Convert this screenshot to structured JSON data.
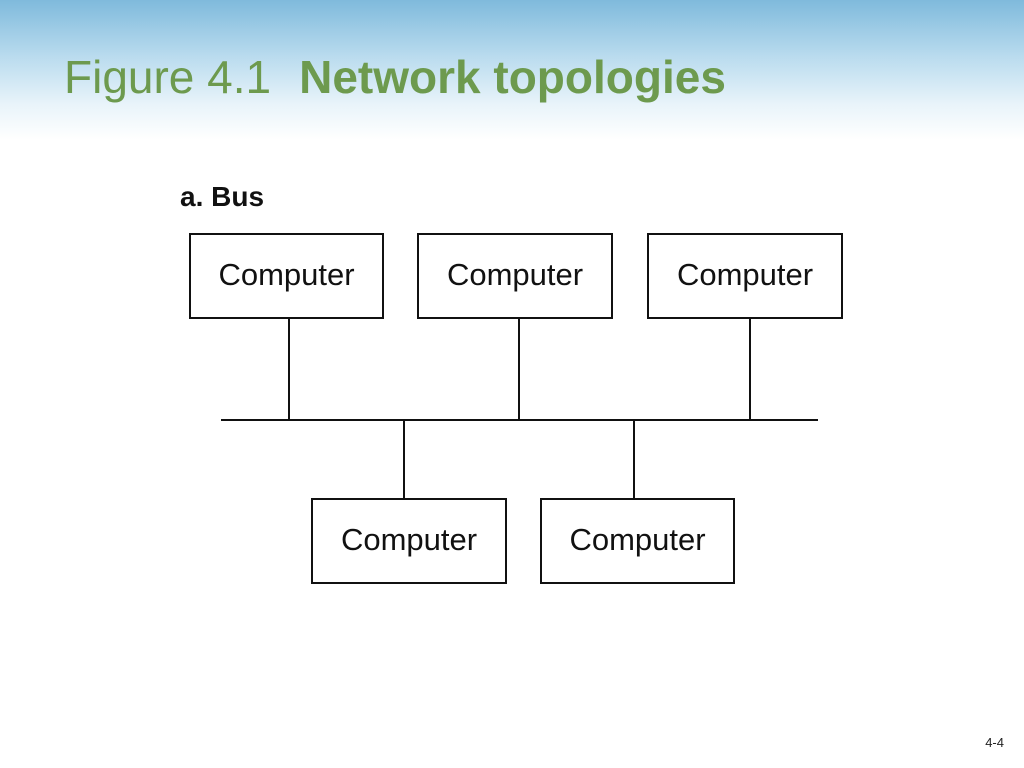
{
  "header": {
    "figure_label": "Figure 4.1",
    "title": "Network topologies"
  },
  "diagram": {
    "label": "a. Bus",
    "nodes": [
      {
        "label": "Computer"
      },
      {
        "label": "Computer"
      },
      {
        "label": "Computer"
      },
      {
        "label": "Computer"
      },
      {
        "label": "Computer"
      }
    ]
  },
  "footer": {
    "page_number": "4-4"
  }
}
